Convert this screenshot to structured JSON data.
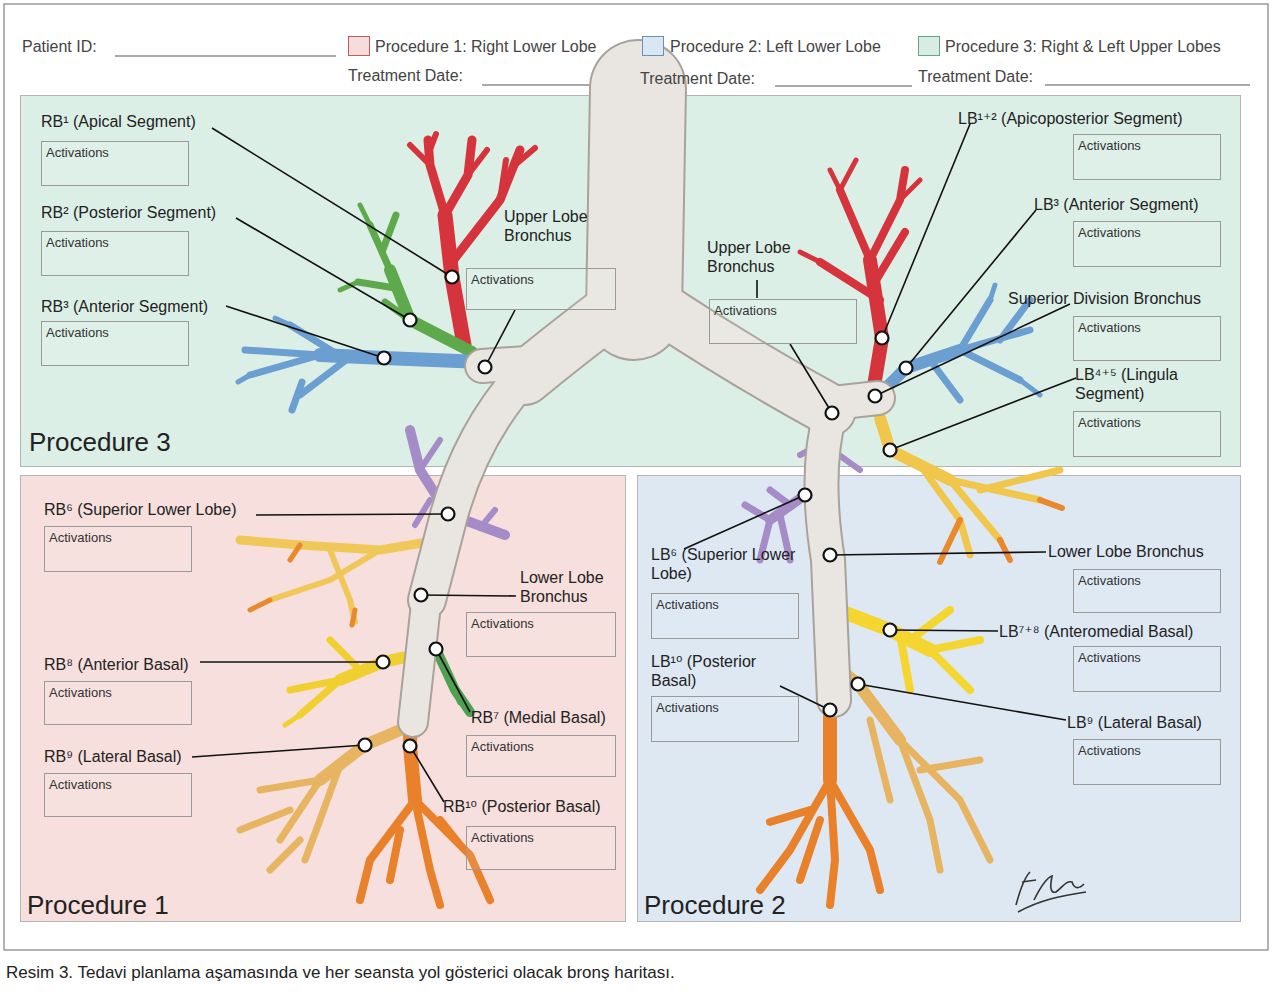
{
  "diagram": {
    "caption": "Resim 3. Tedavi planlama aşamasında ve her seansta yol gösterici olacak bronş haritası.",
    "nodes": [
      {
        "text": [
          "Procedure 3"
        ]
      },
      {
        "text": [
          "RB¹ (Apical Segment)",
          "Activations"
        ],
        "in": 0
      },
      {
        "text": [
          "RB² (Posterior Segment)",
          "Activations"
        ],
        "in": 0
      },
      {
        "text": [
          "RB³ (Anterior Segment)",
          "Activations"
        ],
        "in": 0
      },
      {
        "text": [
          "Upper Lobe Bronchus",
          "Activations"
        ],
        "in": 0
      },
      {
        "text": [
          "Upper Lobe Bronchus",
          "Activations"
        ],
        "in": 0
      },
      {
        "text": [
          "LB¹⁺² (Apicoposterior Segment)",
          "Activations"
        ],
        "in": 0
      },
      {
        "text": [
          "LB³ (Anterior Segment)",
          "Activations"
        ],
        "in": 0
      },
      {
        "text": [
          "Superior Division Bronchus",
          "Activations"
        ],
        "in": 0
      },
      {
        "text": [
          "LB⁴⁺⁵ (Lingula Segment)",
          "Activations"
        ],
        "in": 0
      },
      {
        "text": [
          "Procedure 1"
        ]
      },
      {
        "text": [
          "RB⁶ (Superior Lower Lobe)",
          "Activations"
        ],
        "in": 10
      },
      {
        "text": [
          "Lower Lobe Bronchus",
          "Activations"
        ],
        "in": 10
      },
      {
        "text": [
          "RB⁸ (Anterior Basal)",
          "Activations"
        ],
        "in": 10
      },
      {
        "text": [
          "RB⁷ (Medial Basal)",
          "Activations"
        ],
        "in": 10
      },
      {
        "text": [
          "RB⁹ (Lateral Basal)",
          "Activations"
        ],
        "in": 10
      },
      {
        "text": [
          "RB¹⁰ (Posterior Basal)",
          "Activations"
        ],
        "in": 10
      },
      {
        "text": [
          "Procedure 2"
        ]
      },
      {
        "text": [
          "LB⁶ (Superior Lower Lobe)",
          "Activations"
        ],
        "in": 17
      },
      {
        "text": [
          "Lower Lobe Bronchus",
          "Activations"
        ],
        "in": 17
      },
      {
        "text": [
          "LB⁷⁺⁸ (Anteromedial Basal)",
          "Activations"
        ],
        "in": 17
      },
      {
        "text": [
          "LB¹⁰ (Posterior Basal)",
          "Activations"
        ],
        "in": 17
      },
      {
        "text": [
          "LB⁹ (Lateral Basal)",
          "Activations"
        ],
        "in": 17
      }
    ],
    "labels": [
      "Patient ID:",
      "Treatment Date:",
      "Treatment Date:",
      "Treatment Date:"
    ],
    "legend": [
      {
        "text": "Procedure 1: Right Lower Lobe",
        "color": "#f7dcdc"
      },
      {
        "text": "Procedure 2: Left Lower Lobe",
        "color": "#d9e7f3"
      },
      {
        "text": "Procedure 3: Right & Left Upper Lobes",
        "color": "#d7ede4"
      }
    ]
  }
}
